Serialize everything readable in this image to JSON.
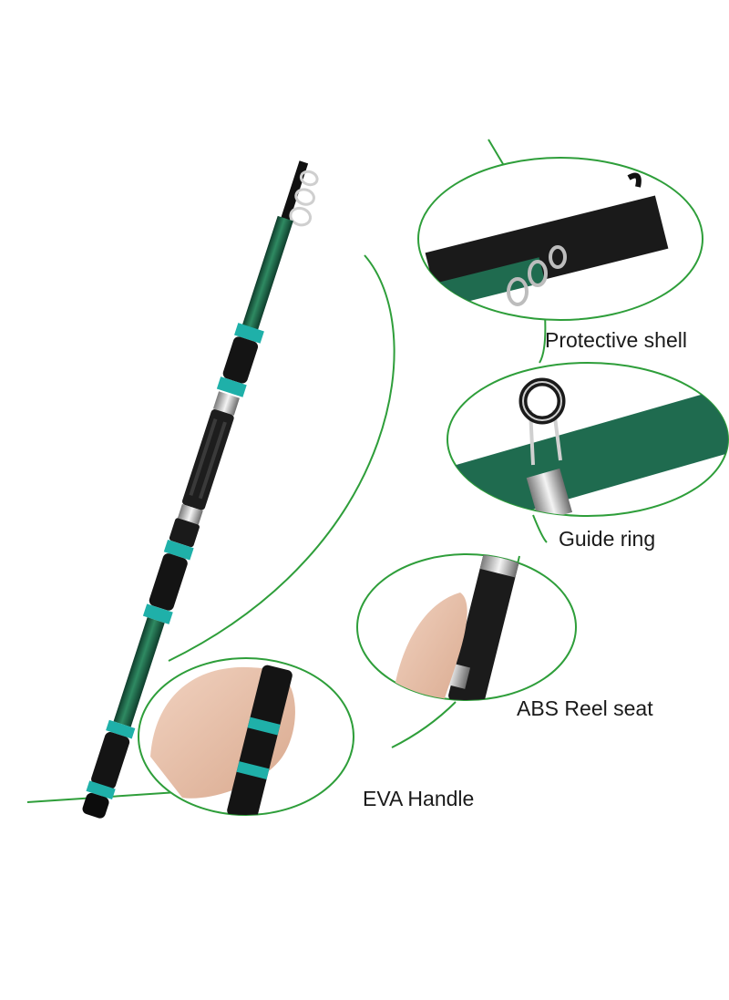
{
  "callouts": [
    {
      "label": "Protective shell"
    },
    {
      "label": "Guide ring"
    },
    {
      "label": "ABS Reel seat"
    },
    {
      "label": "EVA Handle"
    }
  ],
  "colors": {
    "accent_green": "#2e9e3a",
    "rod_green": "#1f6b4f",
    "teal_ring": "#1fb0a9",
    "foam_black": "#141414"
  }
}
